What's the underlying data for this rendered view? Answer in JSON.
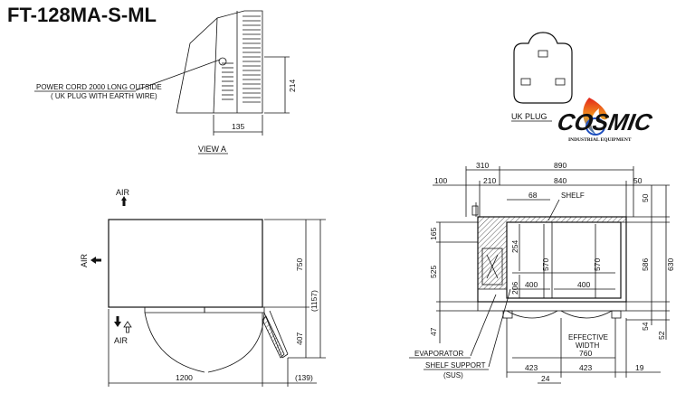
{
  "title": "FT-128MA-S-ML",
  "view_a": {
    "label": "VIEW A",
    "cord_note_1": "POWER CORD 2000 LONG OUTSIDE",
    "cord_note_2": "( UK PLUG WITH EARTH WIRE)",
    "dim_height": "214",
    "dim_width": "135"
  },
  "plug": {
    "label": "UK PLUG"
  },
  "logo": {
    "name": "COSMIC",
    "tagline": "INDUSTRIAL EQUIPMENT"
  },
  "plan_view": {
    "air_top": "AIR",
    "air_left": "AIR",
    "air_bottom": "AIR",
    "dim_depth": "750",
    "dim_total": "(1157)",
    "dim_door": "407",
    "dim_width": "1200",
    "dim_swing": "(139)"
  },
  "section_view": {
    "top_dims": [
      "310",
      "890"
    ],
    "second_dims": [
      "100",
      "210",
      "840",
      "50"
    ],
    "shelf_dim": "68",
    "shelf_label": "SHELF",
    "left_dims": [
      "165",
      "525",
      "47"
    ],
    "inner_dims": [
      "254",
      "206",
      "570",
      "570"
    ],
    "right_dims": [
      "50",
      "586",
      "630",
      "54",
      "52"
    ],
    "shelf_widths": [
      "400",
      "400"
    ],
    "effective_width_label": "EFFECTIVE\nWIDTH",
    "effective_width_1": "EFFECTIVE",
    "effective_width_2": "WIDTH",
    "effective_width_value": "760",
    "bottom_dims": [
      "423",
      "423",
      "19"
    ],
    "bottom_small": "24",
    "evaporator_label": "EVAPORATOR",
    "shelf_support_label": "SHELF SUPPORT",
    "shelf_support_sub": "(SUS)"
  }
}
